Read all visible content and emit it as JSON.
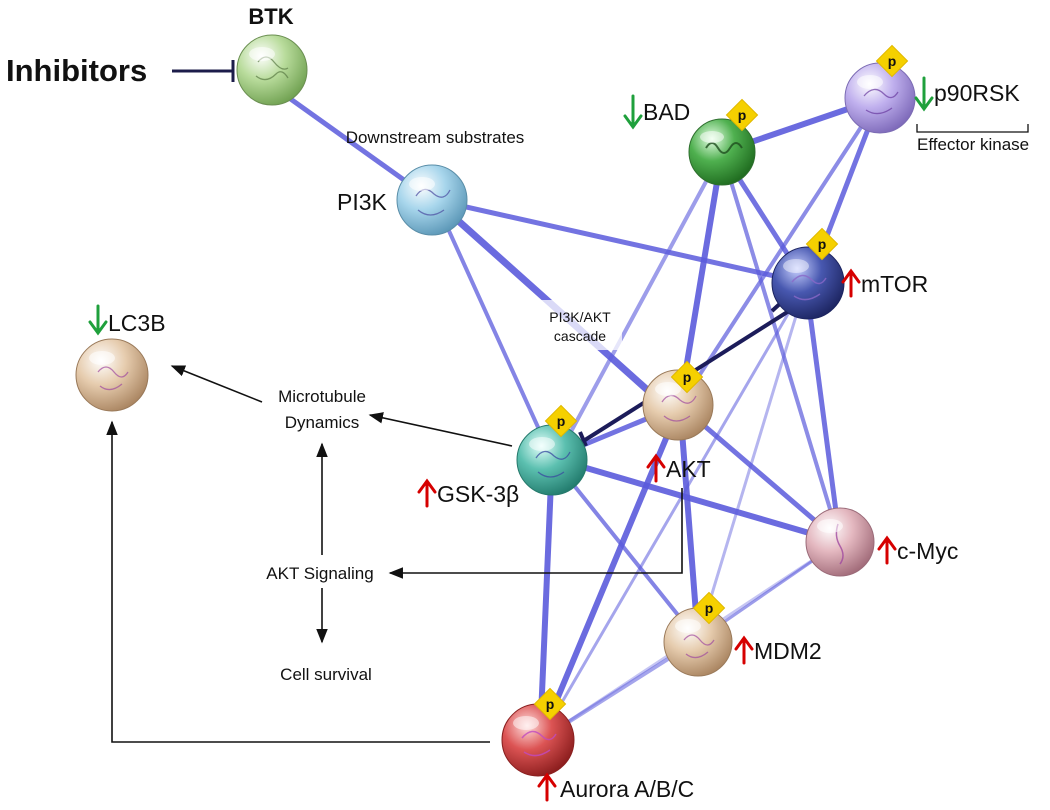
{
  "title_btk": "BTK",
  "inhibitors": "Inhibitors",
  "phospho_badge": "p",
  "nodes": {
    "btk": {
      "label": "BTK",
      "color": "#9bc87a"
    },
    "pi3k": {
      "label": "PI3K",
      "color": "#8ec6df"
    },
    "bad": {
      "label": "BAD",
      "color": "#4aa54a",
      "change": "down"
    },
    "p90rsk": {
      "label": "p90RSK",
      "color": "#a898d8",
      "change": "down"
    },
    "mtor": {
      "label": "mTOR",
      "color": "#3b4aa3",
      "change": "up"
    },
    "lc3b": {
      "label": "LC3B",
      "color": "#d8b898",
      "change": "down"
    },
    "akt": {
      "label": "AKT",
      "color": "#d6b898",
      "change": "up"
    },
    "gsk3b": {
      "label": "GSK-3β",
      "color": "#58b8a8",
      "change": "up"
    },
    "cmyc": {
      "label": "c-Myc",
      "color": "#d8a8b0",
      "change": "up"
    },
    "mdm2": {
      "label": "MDM2",
      "color": "#d8b898",
      "change": "up"
    },
    "aurora": {
      "label": "Aurora A/B/C",
      "color": "#d64848",
      "change": "up"
    }
  },
  "annotations": {
    "downstream": "Downstream substrates",
    "effector": "Effector kinase",
    "cascade_line1": "PI3K/AKT",
    "cascade_line2": "cascade",
    "microtubule_line1": "Microtubule",
    "microtubule_line2": "Dynamics",
    "akt_signaling": "AKT Signaling",
    "cell_survival": "Cell survival"
  },
  "colors": {
    "edge": "#5b5bdc",
    "dark_edge": "#1c1c5a",
    "badge": "#f5d000",
    "up_arrow": "#d60000",
    "down_arrow": "#1fa03c"
  }
}
